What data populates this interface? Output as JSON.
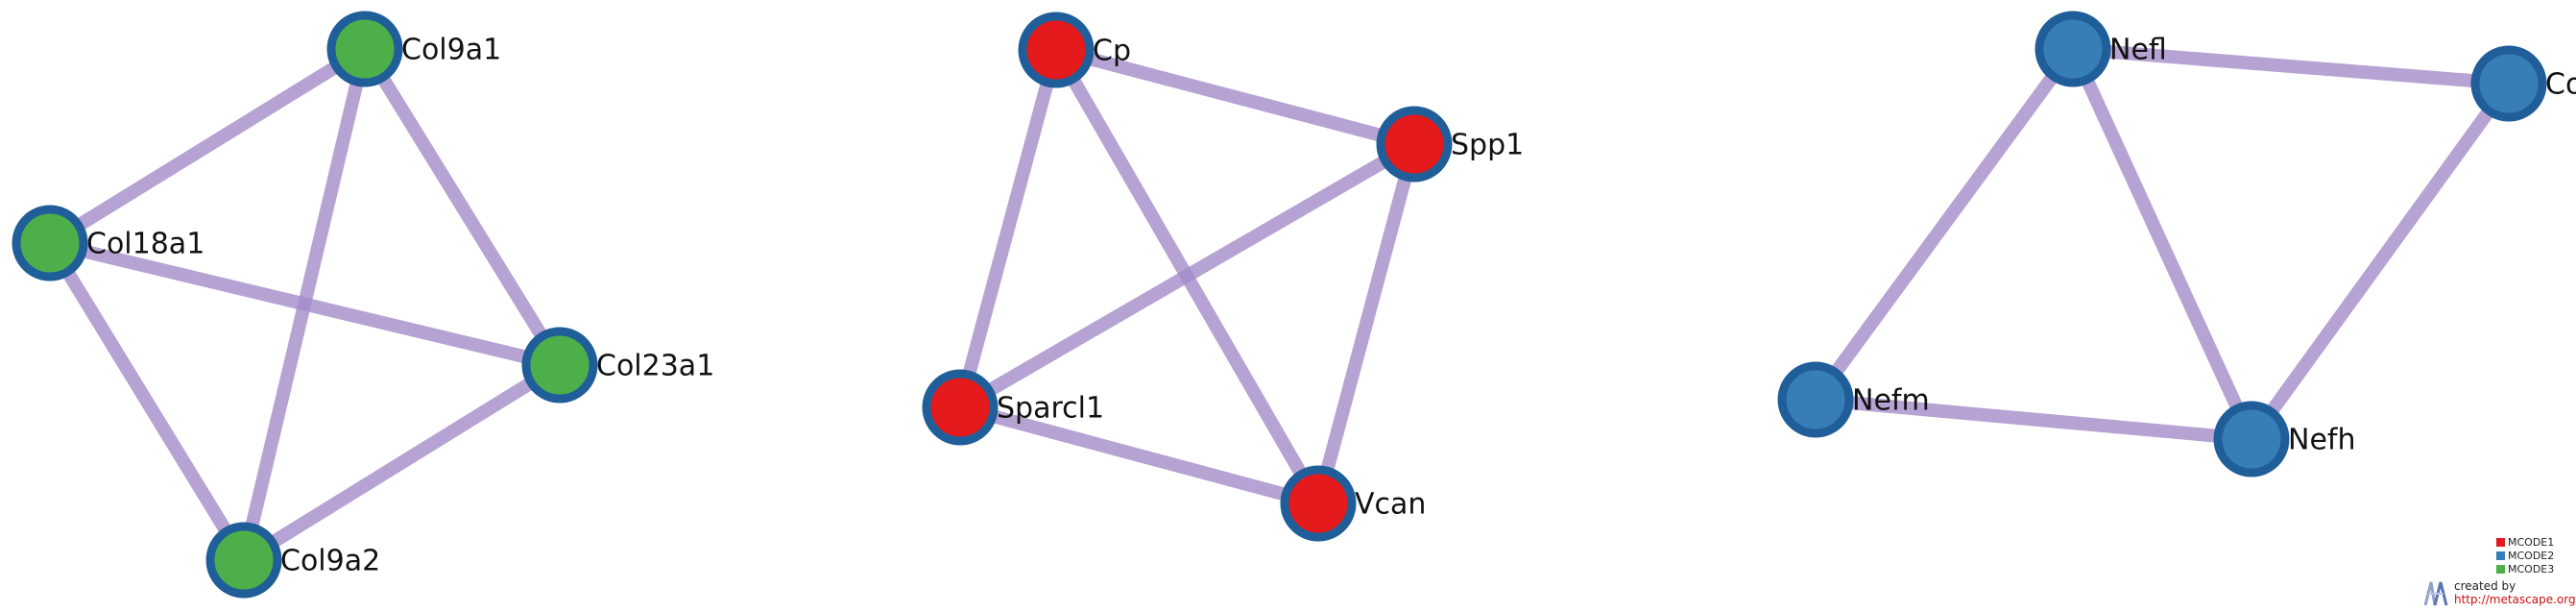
{
  "network": {
    "edge_color": "#A48CC8",
    "node_border_color": "#1F5E99",
    "clusters": [
      {
        "name": "MCODE3",
        "color": "#4DAF4A",
        "nodes": [
          {
            "id": "Col9a1",
            "label": "Col9a1"
          },
          {
            "id": "Col18a1",
            "label": "Col18a1"
          },
          {
            "id": "Col23a1",
            "label": "Col23a1"
          },
          {
            "id": "Col9a2",
            "label": "Col9a2"
          }
        ],
        "edges": [
          [
            "Col9a1",
            "Col18a1"
          ],
          [
            "Col9a1",
            "Col23a1"
          ],
          [
            "Col9a1",
            "Col9a2"
          ],
          [
            "Col18a1",
            "Col23a1"
          ],
          [
            "Col18a1",
            "Col9a2"
          ],
          [
            "Col23a1",
            "Col9a2"
          ]
        ]
      },
      {
        "name": "MCODE1",
        "color": "#E41A1C",
        "nodes": [
          {
            "id": "Cp",
            "label": "Cp"
          },
          {
            "id": "Spp1",
            "label": "Spp1"
          },
          {
            "id": "Sparcl1",
            "label": "Sparcl1"
          },
          {
            "id": "Vcan",
            "label": "Vcan"
          }
        ],
        "edges": [
          [
            "Cp",
            "Spp1"
          ],
          [
            "Cp",
            "Sparcl1"
          ],
          [
            "Cp",
            "Vcan"
          ],
          [
            "Spp1",
            "Sparcl1"
          ],
          [
            "Spp1",
            "Vcan"
          ],
          [
            "Sparcl1",
            "Vcan"
          ]
        ]
      },
      {
        "name": "MCODE2",
        "color": "#377EB8",
        "nodes": [
          {
            "id": "Nefl",
            "label": "Nefl"
          },
          {
            "id": "Co_partial",
            "label": "Co"
          },
          {
            "id": "Nefm",
            "label": "Nefm"
          },
          {
            "id": "Nefh",
            "label": "Nefh"
          }
        ],
        "edges": [
          [
            "Nefl",
            "Co_partial"
          ],
          [
            "Nefl",
            "Nefm"
          ],
          [
            "Nefl",
            "Nefh"
          ],
          [
            "Co_partial",
            "Nefh"
          ],
          [
            "Nefm",
            "Nefh"
          ]
        ]
      }
    ]
  },
  "legend": [
    {
      "label": "MCODE1",
      "color": "#E41A1C"
    },
    {
      "label": "MCODE2",
      "color": "#377EB8"
    },
    {
      "label": "MCODE3",
      "color": "#4DAF4A"
    }
  ],
  "credit": {
    "created_by": "created by",
    "url": "http://metascape.org"
  }
}
